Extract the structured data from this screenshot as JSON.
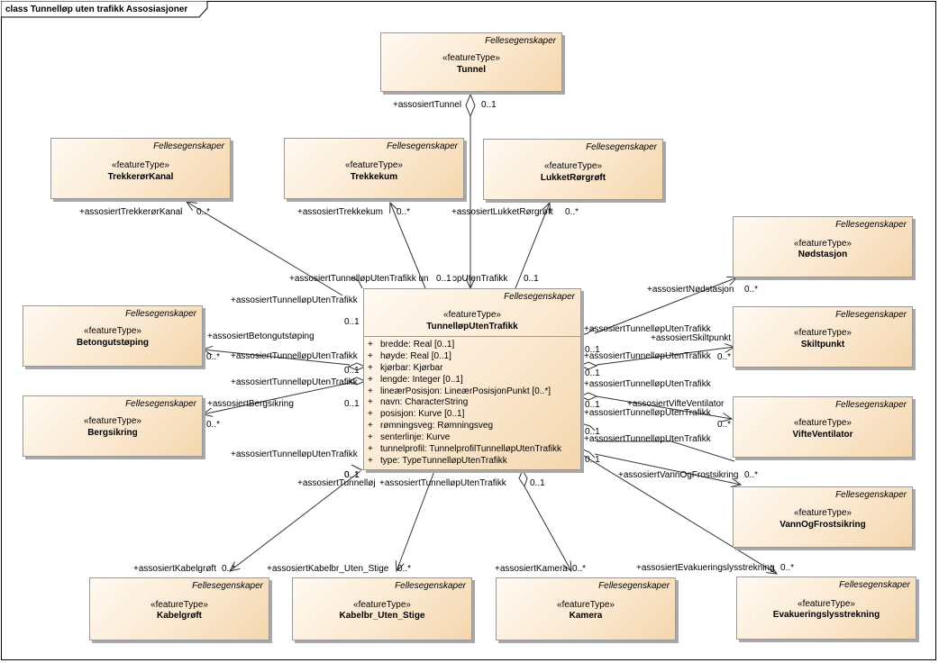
{
  "diagram": {
    "title": "class Tunnelløp uten trafikk Assosiasjoner"
  },
  "classes": {
    "tunnel": {
      "package": "Fellesegenskaper",
      "stereotype": "«featureType»",
      "name": "Tunnel"
    },
    "trekkerorkanal": {
      "package": "Fellesegenskaper",
      "stereotype": "«featureType»",
      "name": "TrekkerørKanal"
    },
    "trekkekum": {
      "package": "Fellesegenskaper",
      "stereotype": "«featureType»",
      "name": "Trekkekum"
    },
    "lukketrorgroft": {
      "package": "Fellesegenskaper",
      "stereotype": "«featureType»",
      "name": "LukketRørgrøft"
    },
    "nodstasjon": {
      "package": "Fellesegenskaper",
      "stereotype": "«featureType»",
      "name": "Nødstasjon"
    },
    "betongutstoping": {
      "package": "Fellesegenskaper",
      "stereotype": "«featureType»",
      "name": "Betongutstøping"
    },
    "skiltpunkt": {
      "package": "Fellesegenskaper",
      "stereotype": "«featureType»",
      "name": "Skiltpunkt"
    },
    "bergsikring": {
      "package": "Fellesegenskaper",
      "stereotype": "«featureType»",
      "name": "Bergsikring"
    },
    "vifteventilator": {
      "package": "Fellesegenskaper",
      "stereotype": "«featureType»",
      "name": "VifteVentilator"
    },
    "vannogfrostsikring": {
      "package": "Fellesegenskaper",
      "stereotype": "«featureType»",
      "name": "VannOgFrostsikring"
    },
    "kabelgroft": {
      "package": "Fellesegenskaper",
      "stereotype": "«featureType»",
      "name": "Kabelgrøft"
    },
    "kabelbr": {
      "package": "Fellesegenskaper",
      "stereotype": "«featureType»",
      "name": "Kabelbr_Uten_Stige"
    },
    "kamera": {
      "package": "Fellesegenskaper",
      "stereotype": "«featureType»",
      "name": "Kamera"
    },
    "evakuering": {
      "package": "Fellesegenskaper",
      "stereotype": "«featureType»",
      "name": "Evakueringslysstrekning"
    },
    "main": {
      "package": "Fellesegenskaper",
      "stereotype": "«featureType»",
      "name": "TunnelløpUtenTrafikk",
      "attributes": [
        {
          "vis": "+",
          "text": "bredde: Real [0..1]"
        },
        {
          "vis": "+",
          "text": "høyde: Real [0..1]"
        },
        {
          "vis": "+",
          "text": "kjørbar: Kjørbar"
        },
        {
          "vis": "+",
          "text": "lengde: Integer [0..1]"
        },
        {
          "vis": "+",
          "text": "lineærPosisjon: LineærPosisjonPunkt [0..*]"
        },
        {
          "vis": "+",
          "text": "navn: CharacterString"
        },
        {
          "vis": "+",
          "text": "posisjon: Kurve [0..1]"
        },
        {
          "vis": "+",
          "text": "rømningsveg: Rømningsveg"
        },
        {
          "vis": "+",
          "text": "senterlinje: Kurve"
        },
        {
          "vis": "+",
          "text": "tunnelprofil: TunnelprofilTunnelløpUtenTrafikk"
        },
        {
          "vis": "+",
          "text": "type: TypeTunnelløpUtenTrafikk"
        }
      ]
    }
  },
  "labels": {
    "l_tunnel_role": "+assosiertTunnel",
    "l_tunnel_mult": "0..1",
    "l_tk_role": "+assosiertTrekkerørKanal",
    "l_tk_mult": "0..*",
    "l_kum_role": "+assosiertTrekkekum",
    "l_kum_mult": "0..*",
    "l_lr_role": "+assosiertLukketRørgrøft",
    "l_lr_mult": "0..*",
    "l_top_role_a": "+assosiertTunnelløpUtenTrafikk un",
    "l_top_mult_a": "0..1",
    "l_top_role_b": "ɔpUtenTrafikk",
    "l_top_mult_b": "0..1",
    "l_left_role_1": "+assosiertTunnelløpUtenTrafikk",
    "l_left_mult_1": "0..1",
    "l_bet_role": "+assosiertBetongutstøping",
    "l_bet_mult": "0..*",
    "l_left_role_2": "+assosiertTunnelløpUtenTrafikk",
    "l_left_mult_2": "0..1",
    "l_left_role_3": "+assosiertTunnelløpUtenTrafikk",
    "l_left_mult_3": "0..1",
    "l_berg_role": "+assosiertBergsikring",
    "l_berg_mult": "0..*",
    "l_left_role_4": "+assosiertTunnelløpUtenTrafikk",
    "l_left_mult_4": "0..1",
    "l_nod_role": "+assosiertNødstasjon",
    "l_nod_mult": "0..*",
    "l_right_role_1": "+assosiertTunnelløpUtenTrafikk",
    "l_right_mult_1": "0..1",
    "l_skilt_role": "+assosiertSkiltpunkt",
    "l_right_role_2": "+assosiertTunnelløpUtenTrafikk",
    "l_skilt_mult": "0..*",
    "l_right_mult_2": "0..1",
    "l_right_role_3": "+assosiertTunnelløpUtenTrafikk",
    "l_vifte_role": "+assosiertVifteVentilator",
    "l_right_mult_3": "0..1",
    "l_right_role_4": "+assosiertTunnelløpUtenTrafikk",
    "l_vifte_mult": "0..*",
    "l_right_mult_4": "0..1",
    "l_right_role_5": "+assosiertTunnelløpUtenTrafikk",
    "l_right_mult_5": "0..1",
    "l_vann_role": "+assosiertVannOgFrostsikring",
    "l_vann_mult": "0..*",
    "l_bot_role_1": "+assosiertTunnelløj",
    "l_bot_mult_1": "0..1",
    "l_bot_role_2": "+assosiertTunnelløpUtenTrafikk",
    "l_bot_mult_3": "0..1",
    "l_kg_role": "+assosiertKabelgrøft",
    "l_kg_mult": "0..*",
    "l_kb_role": "+assosiertKabelbr_Uten_Stige",
    "l_kb_mult": "0..*",
    "l_kam_role": "+assosiertKamera",
    "l_kam_mult": "0..*",
    "l_eva_role": "+assosiertEvakueringslysstrekning",
    "l_eva_mult": "0..*"
  },
  "colors": {
    "class_fill_light": "#fffaf2",
    "class_fill_dark": "#f4d6ad",
    "class_border": "#999999",
    "line": "#333333"
  }
}
